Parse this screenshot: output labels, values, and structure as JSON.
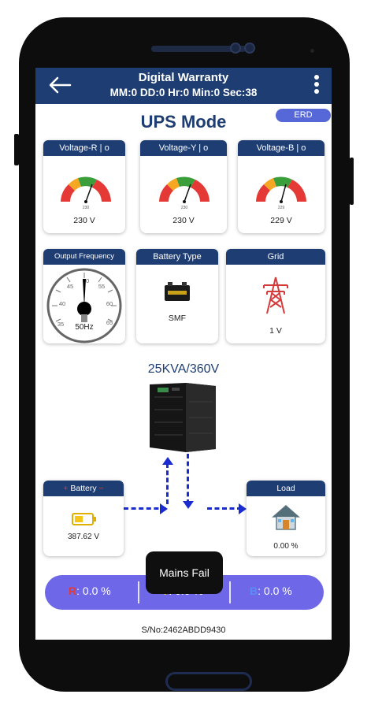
{
  "appbar": {
    "title": "Digital Warranty",
    "subtitle": "MM:0 DD:0 Hr:0 Min:0 Sec:38"
  },
  "mode_title": "UPS Mode",
  "erd_label": "ERD",
  "voltage_cards": [
    {
      "header": "Voltage-R | o",
      "value": "230 V",
      "tick": "230"
    },
    {
      "header": "Voltage-Y | o",
      "value": "230 V",
      "tick": "230"
    },
    {
      "header": "Voltage-B | o",
      "value": "229 V",
      "tick": "229"
    }
  ],
  "frequency_card": {
    "header": "Output Frequency",
    "value": "50Hz",
    "scale": [
      "35",
      "40",
      "45",
      "50",
      "55",
      "60",
      "65"
    ]
  },
  "battery_type_card": {
    "header": "Battery Type",
    "value": "SMF"
  },
  "grid_card": {
    "header": "Grid",
    "value": "1 V"
  },
  "ups_model": "25KVA/360V",
  "battery_card": {
    "header": "Battery",
    "value": "387.62 V"
  },
  "load_card": {
    "header": "Load",
    "value": "0.00 %"
  },
  "phase_status": {
    "r_label": "R",
    "r_value": ": 0.0 %",
    "y_label": "Y",
    "y_value": ": 0.0 %",
    "b_label": "B",
    "b_value": ": 0.0 %"
  },
  "toast": "Mains Fail",
  "serial": "S/No:2462ABDD9430",
  "colors": {
    "header_blue": "#1e3d73",
    "accent_purple": "#6e68e8",
    "connector_blue": "#1a2cd0",
    "gauge_red": "#e53935",
    "gauge_orange": "#f5a623",
    "gauge_green": "#3a9e3a"
  }
}
